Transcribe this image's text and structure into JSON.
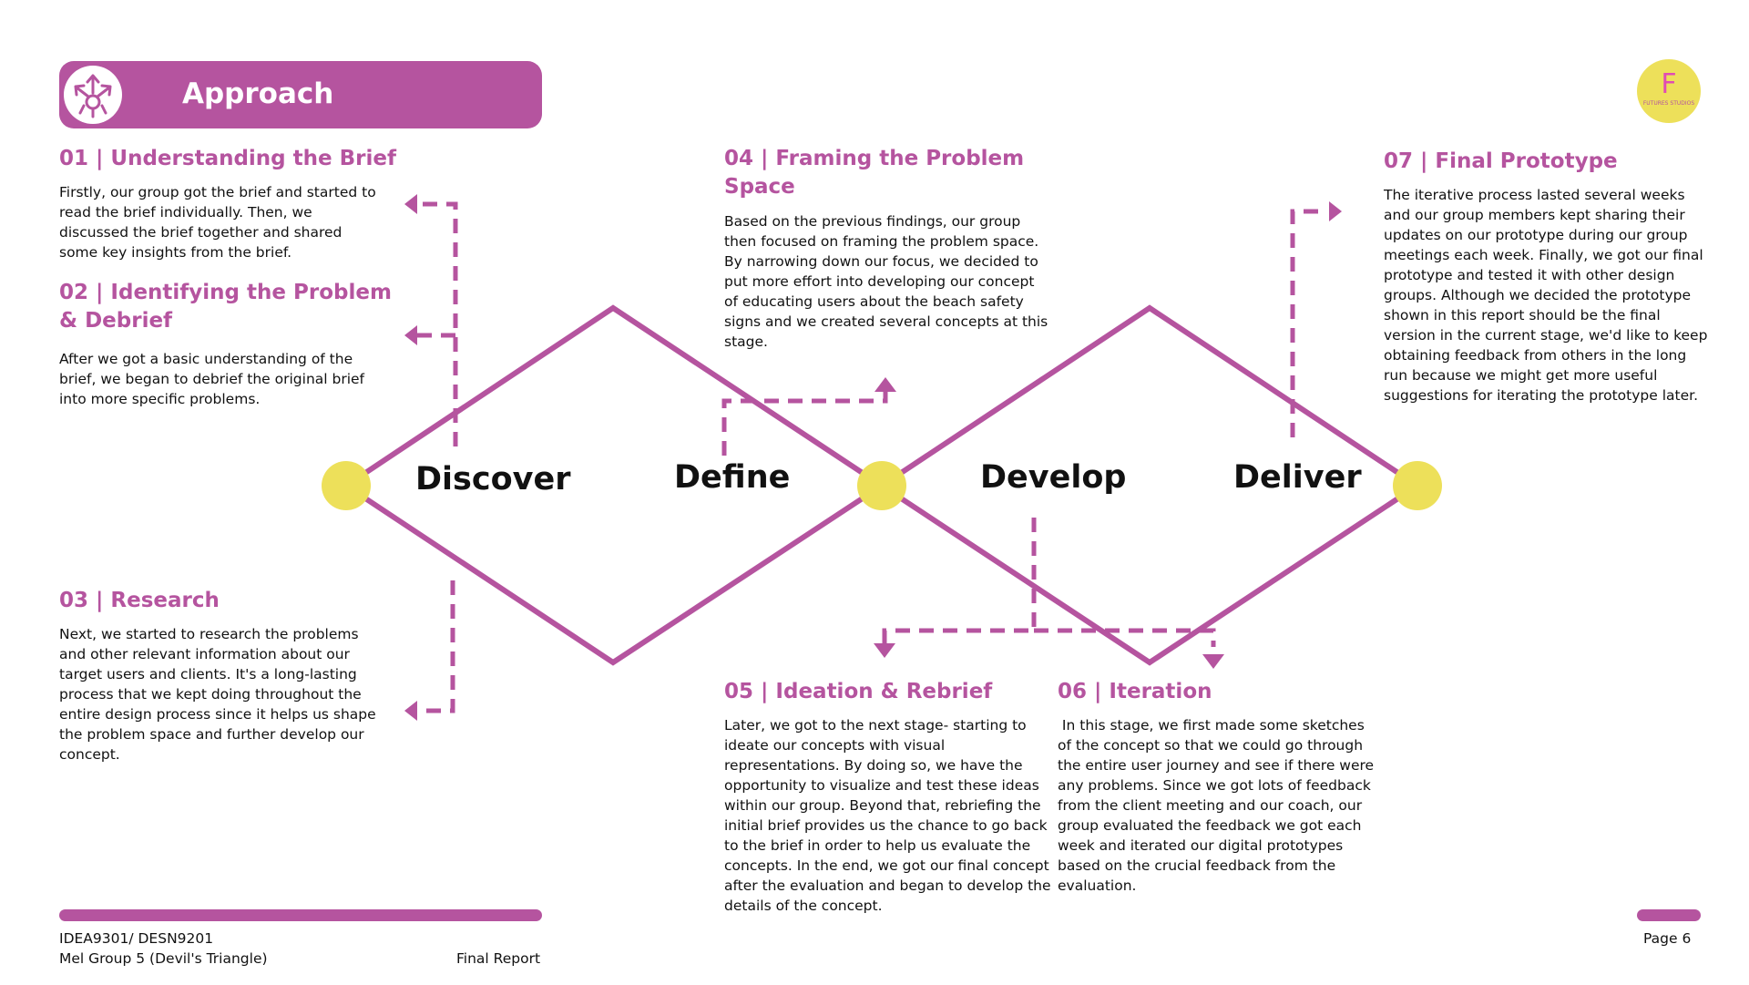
{
  "header": {
    "title": "Approach",
    "icon": "gear-arrows-icon",
    "accent_color": "#b5549f"
  },
  "logo": {
    "letter": "F",
    "caption": "FUTURES STUDIOS",
    "color": "#ede05a"
  },
  "sections": {
    "s01": {
      "heading": "01 | Understanding the Brief",
      "lines": [
        "Firstly, our group got the brief and started to",
        "read the brief individually. Then, we",
        "discussed the brief together and shared",
        "some key insights from the brief."
      ]
    },
    "s02": {
      "heading_lines": [
        "02 | Identifying the Problem",
        "& Debrief"
      ],
      "lines": [
        "After we got a basic understanding of the",
        "brief, we began to debrief the original brief",
        "into more specific problems."
      ]
    },
    "s03": {
      "heading": "03 | Research",
      "lines": [
        "Next, we started to research the problems",
        "and other relevant information about our",
        "target users and clients. It's a long-lasting",
        "process that we kept doing throughout the",
        "entire design process since it helps us shape",
        "the problem space and further develop our",
        "concept."
      ]
    },
    "s04": {
      "heading_lines": [
        "04 | Framing the Problem",
        "Space"
      ],
      "lines": [
        "Based on the previous findings, our group",
        "then focused on framing the problem space.",
        "By narrowing down our focus, we decided to",
        "put more effort into developing our concept",
        "of educating users about the beach safety",
        "signs and we created several concepts at this",
        "stage."
      ]
    },
    "s05": {
      "heading": "05 | Ideation & Rebrief",
      "lines": [
        "Later, we got to the next stage- starting to",
        "ideate our concepts with visual",
        "representations. By doing so, we have the",
        "opportunity to visualize and test these ideas",
        "within our group. Beyond that, rebriefing the",
        "initial brief provides us the chance to go back",
        "to the brief in order to help us evaluate the",
        "concepts. In the end, we got our final concept",
        "after the evaluation and began to develop the",
        "details of the concept."
      ]
    },
    "s06": {
      "heading": "06 | Iteration",
      "lines": [
        " In this stage, we first made some sketches",
        "of the concept so that we could go through",
        "the entire user journey and see if there were",
        "any problems. Since we got lots of feedback",
        "from the client meeting and our coach, our",
        "group evaluated the feedback we got each",
        "week and iterated our digital prototypes",
        "based on the crucial feedback from the",
        "evaluation."
      ]
    },
    "s07": {
      "heading": "07 | Final Prototype",
      "lines": [
        "The iterative process lasted several weeks",
        "and our group members kept sharing their",
        "updates on our prototype during our group",
        "meetings each week. Finally, we got our final",
        "prototype and tested it with other design",
        "groups. Although we decided the prototype",
        "shown in this report should be the final",
        "version in the current stage, we'd like to keep",
        "obtaining feedback from others in the long",
        "run because we might get more useful",
        "suggestions for iterating the prototype later."
      ]
    }
  },
  "diagram": {
    "phases": [
      "Discover",
      "Define",
      "Develop",
      "Deliver"
    ],
    "line_color": "#b5549f",
    "node_color": "#ede05a"
  },
  "footer": {
    "course": "IDEA9301/ DESN9201",
    "group": "Mel Group 5 (Devil's Triangle)",
    "report": "Final Report",
    "page": "Page 6"
  }
}
